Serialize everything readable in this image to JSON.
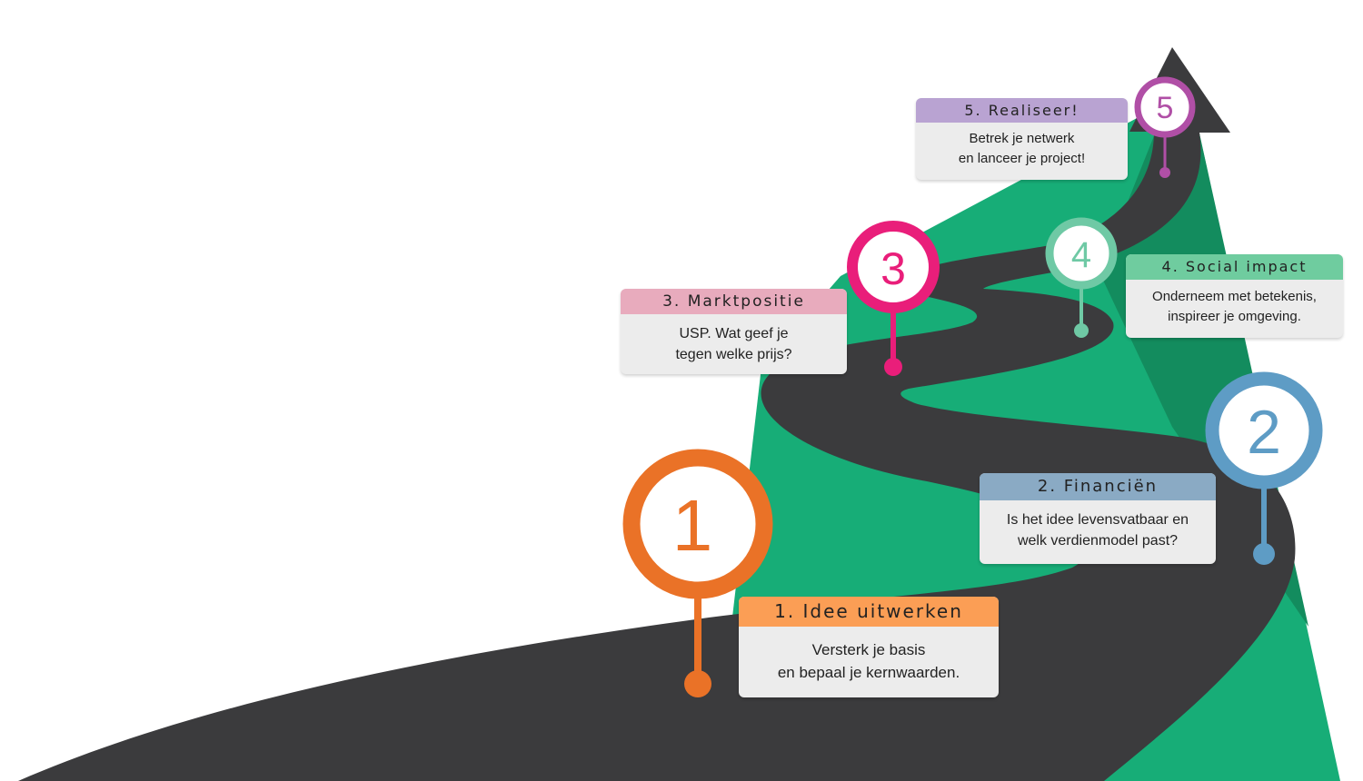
{
  "colors": {
    "road": "#3b3b3d",
    "mountain_light": "#17ad77",
    "mountain_dark": "#138c5e",
    "card_bg": "#ececec"
  },
  "steps": [
    {
      "number": "1",
      "title": "1. Idee uitwerken",
      "text": "Versterk je basis\nen bepaal je kernwaarden.",
      "color": "#ea7227",
      "header_color": "#fb9e55"
    },
    {
      "number": "2",
      "title": "2. Financiën",
      "text": "Is het idee levensvatbaar en\nwelk verdienmodel past?",
      "color": "#5e9cc5",
      "header_color": "#8aaac4"
    },
    {
      "number": "3",
      "title": "3. Marktpositie",
      "text": "USP. Wat geef je\ntegen welke prijs?",
      "color": "#e91e7a",
      "header_color": "#e8abbd"
    },
    {
      "number": "4",
      "title": "4. Social impact",
      "text": "Onderneem met betekenis,\ninspireer je omgeving.",
      "color": "#6fc9a5",
      "header_color": "#6fcc9f"
    },
    {
      "number": "5",
      "title": "5. Realiseer!",
      "text": "Betrek je netwerk\nen lanceer je project!",
      "color": "#b04fa6",
      "header_color": "#b9a3d2"
    }
  ]
}
